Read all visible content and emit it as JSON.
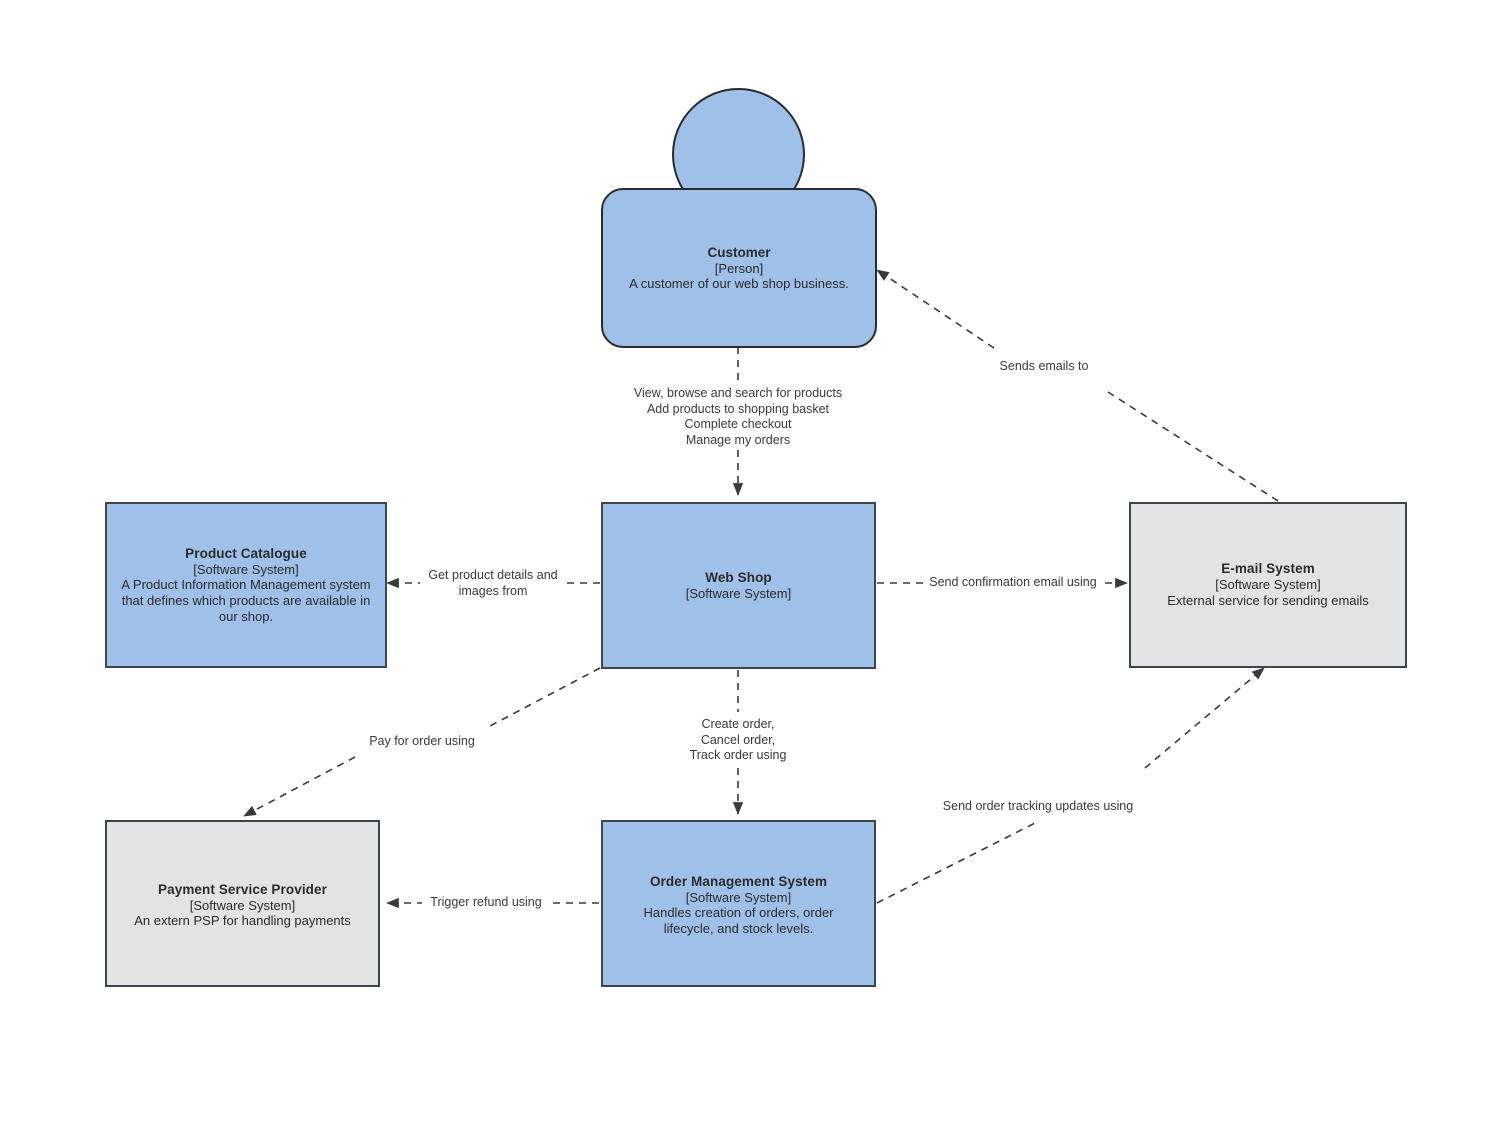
{
  "diagram": {
    "type": "c4-system-context",
    "colors": {
      "person_fill": "#9FC0E8",
      "internal_system_fill": "#9FC0E8",
      "external_system_fill": "#E3E3E3",
      "border": "#3b4450",
      "edge": "#3a3a3a"
    },
    "nodes": [
      {
        "id": "customer",
        "name": "Customer",
        "type": "[Person]",
        "description": "A customer of our web shop business.",
        "shape": "person",
        "style": "blue"
      },
      {
        "id": "product-catalogue",
        "name": "Product Catalogue",
        "type": "[Software System]",
        "description": "A Product Information Management system that defines which products are available in our shop.",
        "shape": "box",
        "style": "blue"
      },
      {
        "id": "web-shop",
        "name": "Web Shop",
        "type": "[Software System]",
        "description": "",
        "shape": "box",
        "style": "blue"
      },
      {
        "id": "email-system",
        "name": "E-mail System",
        "type": "[Software System]",
        "description": "External service for sending emails",
        "shape": "box",
        "style": "gray"
      },
      {
        "id": "payment-service-provider",
        "name": "Payment Service Provider",
        "type": "[Software System]",
        "description": "An extern PSP for handling payments",
        "shape": "box",
        "style": "gray"
      },
      {
        "id": "order-management-system",
        "name": "Order Management System",
        "type": "[Software System]",
        "description": "Handles creation of orders, order lifecycle, and stock levels.",
        "shape": "box",
        "style": "blue"
      }
    ],
    "edges": [
      {
        "id": "customer-to-webshop",
        "from": "customer",
        "to": "web-shop",
        "label": "View, browse and search for products\nAdd products to shopping basket\nComplete checkout\nManage my orders"
      },
      {
        "id": "webshop-to-productcatalogue",
        "from": "web-shop",
        "to": "product-catalogue",
        "label": "Get product details and\nimages from"
      },
      {
        "id": "webshop-to-emailsystem",
        "from": "web-shop",
        "to": "email-system",
        "label": "Send confirmation email using"
      },
      {
        "id": "emailsystem-to-customer",
        "from": "email-system",
        "to": "customer",
        "label": "Sends emails to"
      },
      {
        "id": "webshop-to-psp",
        "from": "web-shop",
        "to": "payment-service-provider",
        "label": "Pay for order using"
      },
      {
        "id": "webshop-to-oms",
        "from": "web-shop",
        "to": "order-management-system",
        "label": "Create order,\nCancel order,\nTrack order using"
      },
      {
        "id": "oms-to-emailsystem",
        "from": "order-management-system",
        "to": "email-system",
        "label": "Send order tracking updates using"
      },
      {
        "id": "oms-to-psp",
        "from": "order-management-system",
        "to": "payment-service-provider",
        "label": "Trigger refund using"
      }
    ]
  }
}
